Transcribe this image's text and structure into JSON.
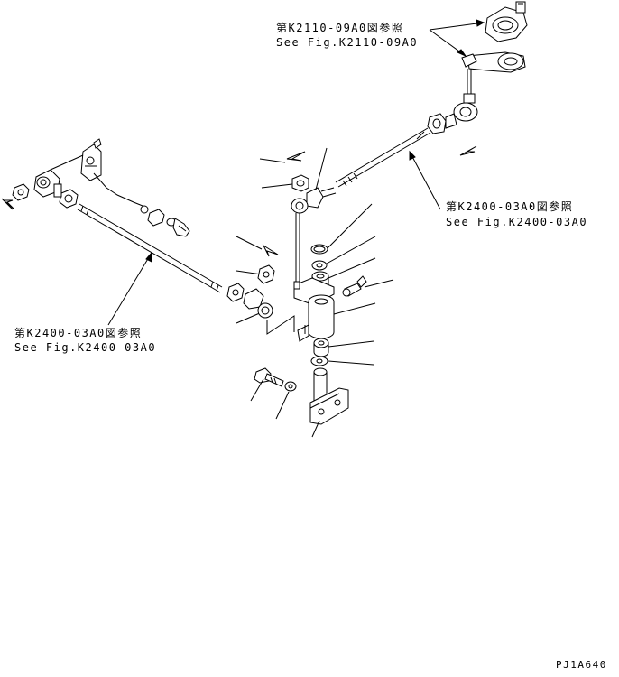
{
  "references": [
    {
      "id": "ref_k2110_top",
      "jp": "第K2110-09A0図参照",
      "en": "See Fig.K2110-09A0"
    },
    {
      "id": "ref_k2400_right",
      "jp": "第K2400-03A0図参照",
      "en": "See Fig.K2400-03A0"
    },
    {
      "id": "ref_k2400_left",
      "jp": "第K2400-03A0図参照",
      "en": "See Fig.K2400-03A0"
    }
  ],
  "drawing_code": "PJ1A640"
}
